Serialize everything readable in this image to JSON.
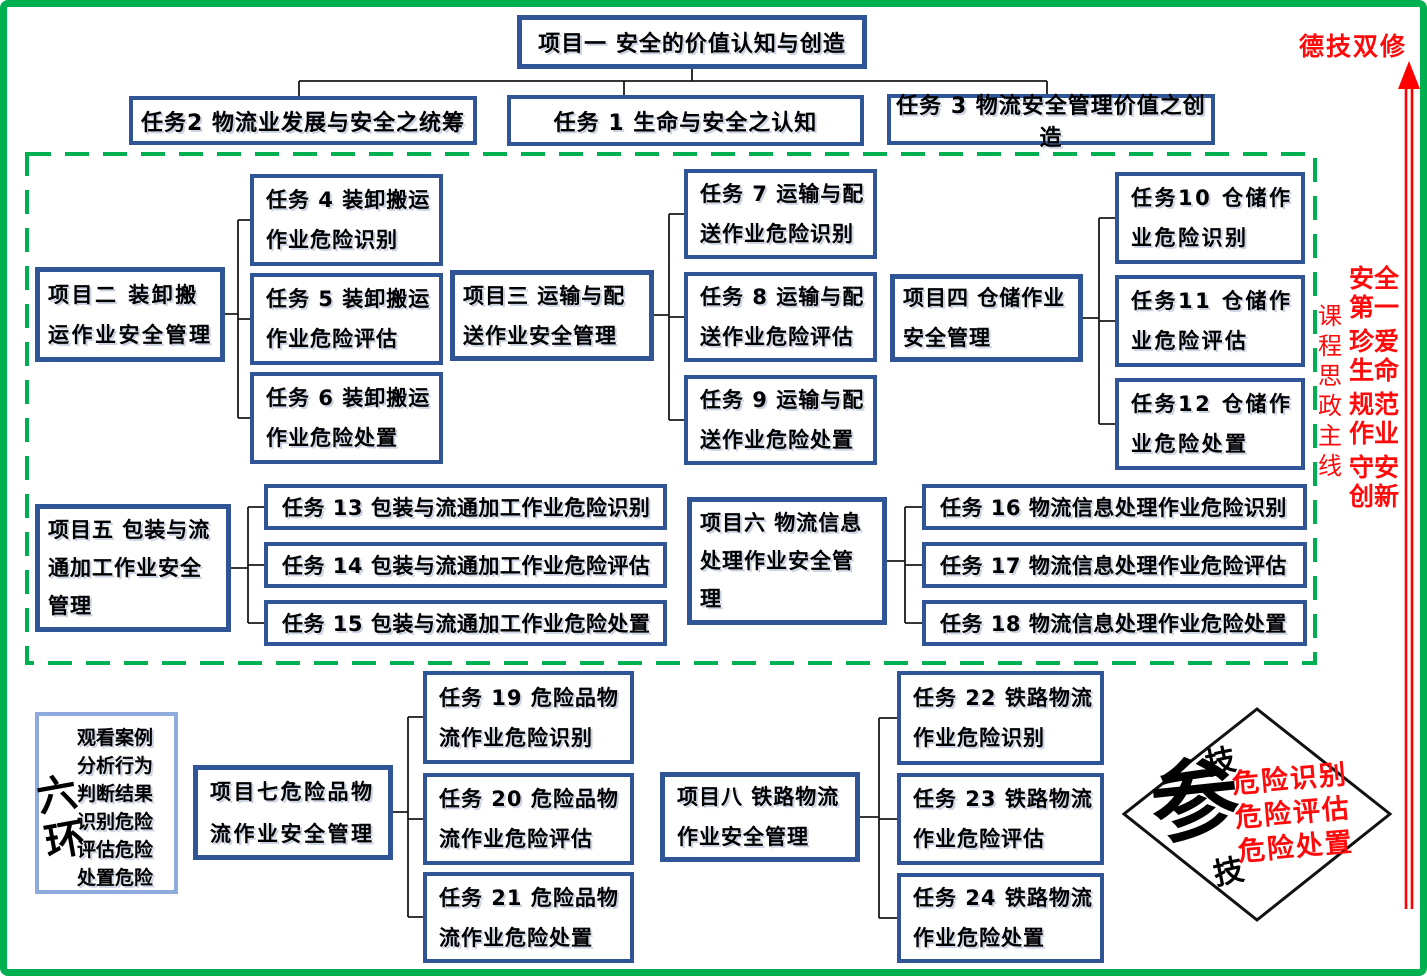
{
  "colors": {
    "box_border": "#2F5597",
    "outer_green": "#00B050",
    "dashed_green": "#00B050",
    "red": "#FF0000",
    "case_box_border": "#8FAADC"
  },
  "top": {
    "project1": "项目一  安全的价值认知与创造",
    "task2": "任务2 物流业发展与安全之统筹",
    "task1": "任务 1 生命与安全之认知",
    "task3": "任务 3 物流安全管理价值之创造"
  },
  "groups": {
    "g2": {
      "project": [
        "项目二  装卸搬",
        "运作业安全管理"
      ],
      "tasks": [
        [
          "任务 4 装卸搬运",
          "作业危险识别"
        ],
        [
          "任务 5 装卸搬运",
          "作业危险评估"
        ],
        [
          "任务 6 装卸搬运",
          "作业危险处置"
        ]
      ]
    },
    "g3": {
      "project": [
        "项目三  运输与配",
        "送作业安全管理"
      ],
      "tasks": [
        [
          "任务 7 运输与配",
          "送作业危险识别"
        ],
        [
          "任务 8 运输与配",
          "送作业危险评估"
        ],
        [
          "任务 9 运输与配",
          "送作业危险处置"
        ]
      ]
    },
    "g4": {
      "project": [
        "项目四  仓储作业",
        "安全管理"
      ],
      "tasks": [
        [
          "任务10 仓储作",
          "业危险识别"
        ],
        [
          "任务11 仓储作",
          "业危险评估"
        ],
        [
          "任务12 仓储作",
          "业危险处置"
        ]
      ]
    },
    "g5": {
      "project": [
        "项目五 包装与流",
        "通加工作业安全",
        "管理"
      ],
      "tasks": [
        "任务 13 包装与流通加工作业危险识别",
        "任务 14 包装与流通加工作业危险评估",
        "任务 15 包装与流通加工作业危险处置"
      ]
    },
    "g6": {
      "project": [
        "项目六  物流信息",
        "处理作业安全管",
        "理"
      ],
      "tasks": [
        "任务 16 物流信息处理作业危险识别",
        "任务 17 物流信息处理作业危险评估",
        "任务 18 物流信息处理作业危险处置"
      ]
    },
    "g7": {
      "project": [
        "项目七危险品物",
        "流作业安全管理"
      ],
      "tasks": [
        [
          "任务 19 危险品物",
          "流作业危险识别"
        ],
        [
          "任务 20 危险品物",
          "流作业危险评估"
        ],
        [
          "任务 21 危险品物",
          "流作业危险处置"
        ]
      ]
    },
    "g8": {
      "project": [
        "项目八  铁路物流",
        "作业安全管理"
      ],
      "tasks": [
        [
          "任务 22 铁路物流",
          "作业危险识别"
        ],
        [
          "任务 23 铁路物流",
          "作业危险评估"
        ],
        [
          "任务 24 铁路物流",
          "作业危险处置"
        ]
      ]
    }
  },
  "side": {
    "motto": "德技双修",
    "ideology_line": "课程思政主线",
    "safety_phrases": [
      "安全第一",
      "珍爱生命",
      "规范作业",
      "守安创新"
    ]
  },
  "six_steps": {
    "calligraphy": "六环",
    "steps": [
      "观看案例",
      "分析行为",
      "判断结果",
      "识别危险",
      "评估危险",
      "处置危险"
    ]
  },
  "diamond": {
    "top_char": "技",
    "main_char": "参",
    "bottom_char": "技",
    "red_lines": [
      "危险识别",
      "危险评估",
      "危险处置"
    ]
  }
}
